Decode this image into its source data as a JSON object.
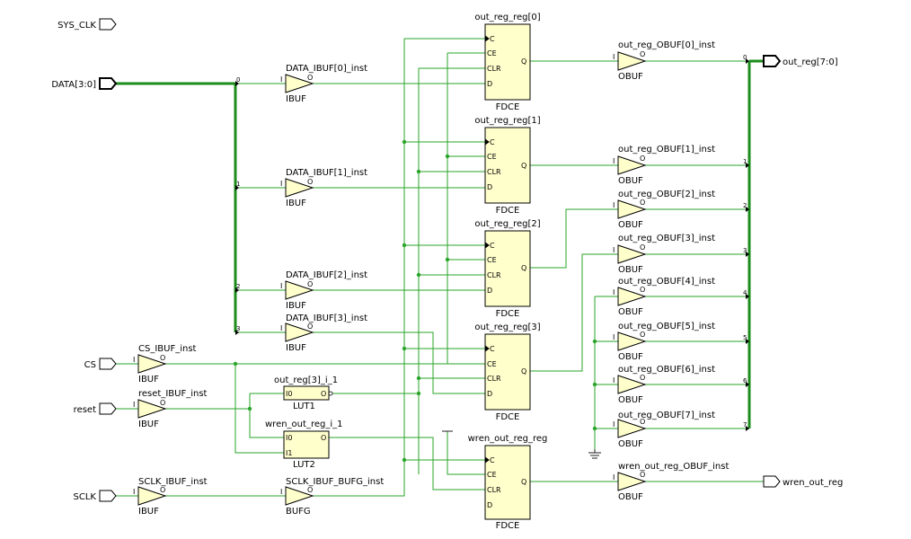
{
  "ports": {
    "sys_clk": "SYS_CLK",
    "data": "DATA[3:0]",
    "cs": "CS",
    "reset": "reset",
    "sclk": "SCLK",
    "out_reg": "out_reg[7:0]",
    "wren_out_reg": "wren_out_reg"
  },
  "ibufs": [
    {
      "name": "DATA_IBUF[0]_inst",
      "type": "IBUF"
    },
    {
      "name": "DATA_IBUF[1]_inst",
      "type": "IBUF"
    },
    {
      "name": "DATA_IBUF[2]_inst",
      "type": "IBUF"
    },
    {
      "name": "DATA_IBUF[3]_inst",
      "type": "IBUF"
    },
    {
      "name": "CS_IBUF_inst",
      "type": "IBUF"
    },
    {
      "name": "reset_IBUF_inst",
      "type": "IBUF"
    },
    {
      "name": "SCLK_IBUF_inst",
      "type": "IBUF"
    }
  ],
  "bufg": {
    "name": "SCLK_IBUF_BUFG_inst",
    "type": "BUFG"
  },
  "luts": [
    {
      "name": "out_reg[3]_i_1",
      "type": "LUT1",
      "pins": [
        "I0",
        "O"
      ]
    },
    {
      "name": "wren_out_reg_i_1",
      "type": "LUT2",
      "pins": [
        "I0",
        "I1",
        "O"
      ]
    }
  ],
  "ffs": [
    {
      "name": "out_reg_reg[0]",
      "type": "FDCE"
    },
    {
      "name": "out_reg_reg[1]",
      "type": "FDCE"
    },
    {
      "name": "out_reg_reg[2]",
      "type": "FDCE"
    },
    {
      "name": "out_reg_reg[3]",
      "type": "FDCE"
    },
    {
      "name": "wren_out_reg_reg",
      "type": "FDCE"
    }
  ],
  "ff_pins": [
    "C",
    "CE",
    "CLR",
    "D",
    "Q"
  ],
  "buf_pins": [
    "I",
    "O"
  ],
  "obufs": [
    {
      "name": "out_reg_OBUF[0]_inst",
      "type": "OBUF"
    },
    {
      "name": "out_reg_OBUF[1]_inst",
      "type": "OBUF"
    },
    {
      "name": "out_reg_OBUF[2]_inst",
      "type": "OBUF"
    },
    {
      "name": "out_reg_OBUF[3]_inst",
      "type": "OBUF"
    },
    {
      "name": "out_reg_OBUF[4]_inst",
      "type": "OBUF"
    },
    {
      "name": "out_reg_OBUF[5]_inst",
      "type": "OBUF"
    },
    {
      "name": "out_reg_OBUF[6]_inst",
      "type": "OBUF"
    },
    {
      "name": "out_reg_OBUF[7]_inst",
      "type": "OBUF"
    },
    {
      "name": "wren_out_reg_OBUF_inst",
      "type": "OBUF"
    }
  ],
  "data_bus_taps": [
    "0",
    "1",
    "2",
    "3"
  ],
  "out_bus_taps": [
    "0",
    "1",
    "2",
    "3",
    "4",
    "5",
    "6",
    "7"
  ]
}
